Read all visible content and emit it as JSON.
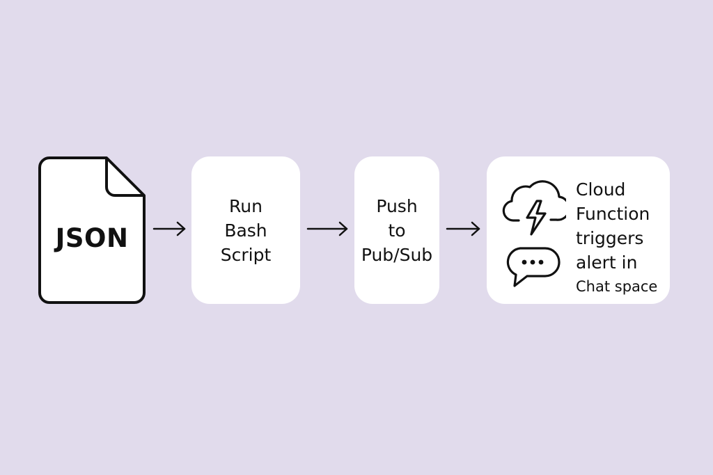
{
  "colors": {
    "background": "#e1dbec",
    "card": "#ffffff",
    "stroke": "#111111"
  },
  "file": {
    "label": "JSON",
    "icon": "file-icon"
  },
  "steps": [
    {
      "lines": [
        "Run",
        "Bash",
        "Script"
      ]
    },
    {
      "lines": [
        "Push",
        "to",
        "Pub/Sub"
      ]
    }
  ],
  "final_step": {
    "lines": [
      "Cloud",
      "Function",
      "triggers",
      "alert in",
      "Chat space"
    ],
    "icons": [
      "cloud-lightning-icon",
      "chat-bubble-icon"
    ]
  },
  "connectors": [
    "arrow-right-icon",
    "arrow-right-icon",
    "arrow-right-icon"
  ]
}
